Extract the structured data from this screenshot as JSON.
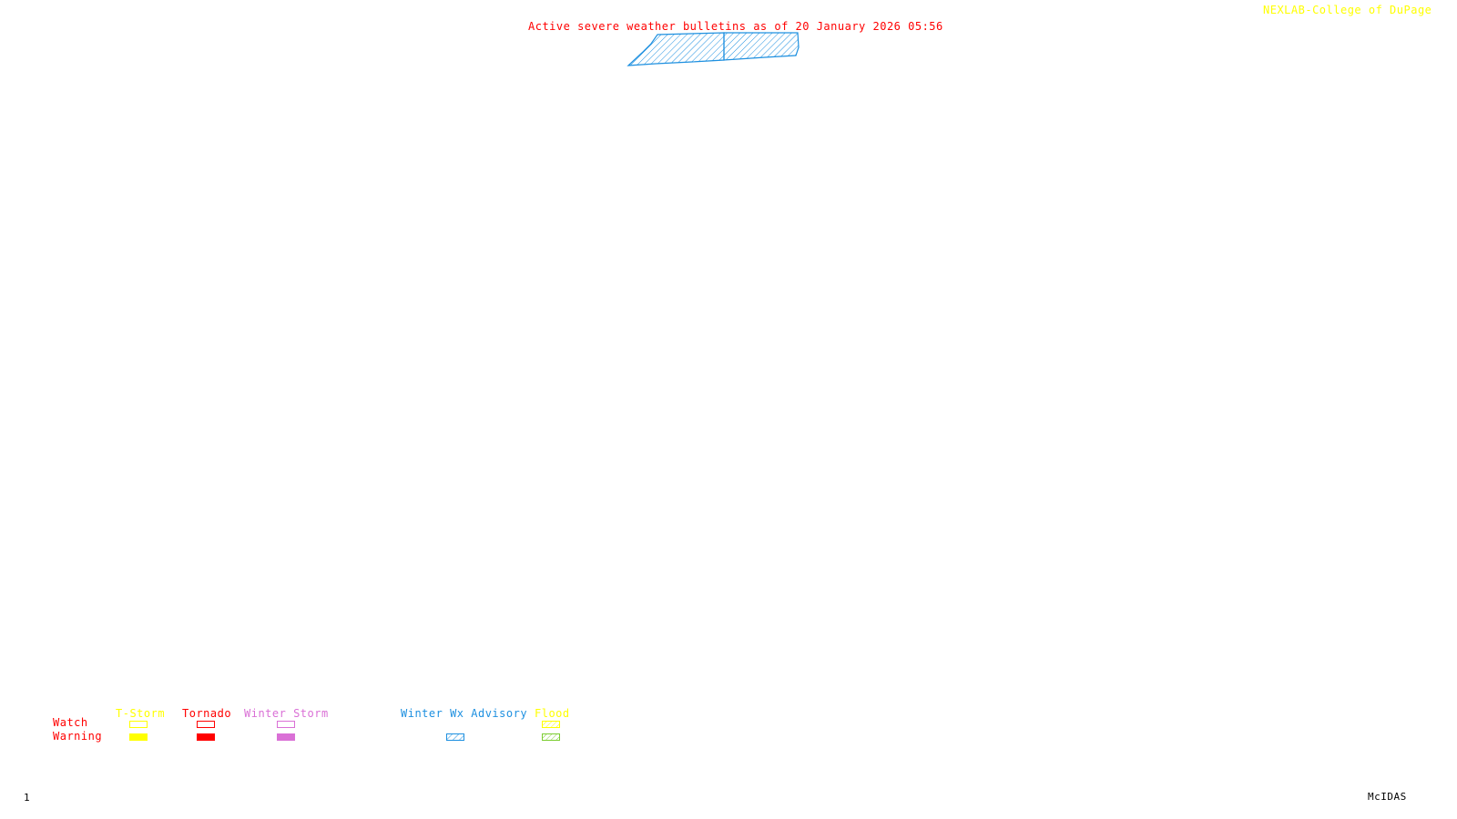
{
  "header": {
    "title": "Active severe weather bulletins as of 20 January 2026 05:56",
    "credit": "NEXLAB-College of DuPage"
  },
  "map": {
    "bulletins": [
      {
        "type": "Winter Wx Advisory",
        "color": "#1e90e0",
        "style": "hatched",
        "zone_count": 2
      }
    ]
  },
  "legend": {
    "row_labels": {
      "watch": "Watch",
      "warning": "Warning"
    },
    "categories": [
      {
        "label": "T-Storm",
        "color": "#ffff00",
        "watch": "outline",
        "warning": "solid"
      },
      {
        "label": "Tornado",
        "color": "#ff0000",
        "watch": "outline",
        "warning": "solid"
      },
      {
        "label": "Winter Storm",
        "color": "#da70d6",
        "watch": "outline",
        "warning": "solid"
      },
      {
        "label": "Winter Wx Advisory",
        "color": "#1e90e0",
        "watch": null,
        "warning": "hatched"
      },
      {
        "label": "Flood",
        "color": "#ffff00",
        "watch": "hatched",
        "warning": "hatched",
        "warning_color": "#7ccd32"
      }
    ]
  },
  "footer": {
    "frame_number": "1",
    "software": "McIDAS"
  }
}
